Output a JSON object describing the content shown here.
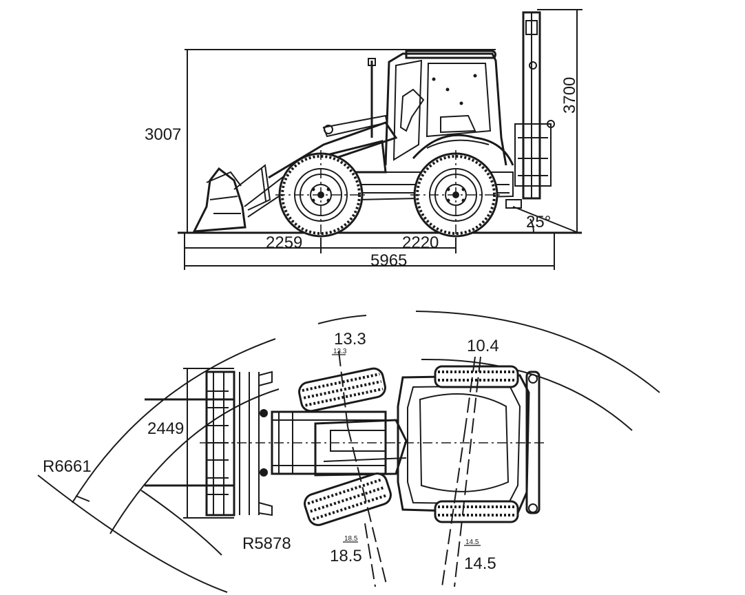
{
  "side_view": {
    "height_to_cab": "3007",
    "max_height": "3700",
    "front_overhang": "2259",
    "wheelbase": "2220",
    "overall_length": "5965",
    "departure_angle": "25°"
  },
  "top_view": {
    "outer_radius": "R6661",
    "inner_radius": "R5878",
    "width": "2449",
    "angle_front_top": "13.3",
    "angle_rear_top": "10.4",
    "angle_front_bottom": "18.5",
    "angle_rear_bottom": "14.5",
    "small_front_top": "13.3",
    "small_front_bottom": "18.5",
    "small_rear_bottom": "14.5"
  }
}
